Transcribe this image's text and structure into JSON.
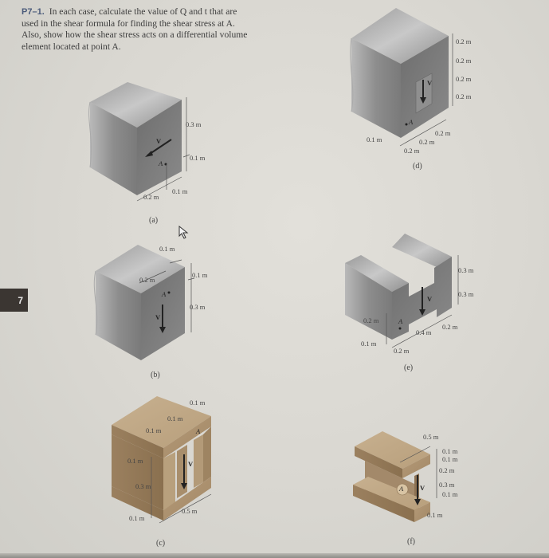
{
  "problem": {
    "number": "P7–1.",
    "line1": "In each case, calculate the value of Q and t that are",
    "line2": "used in the shear formula for finding the shear stress at A.",
    "line3": "Also, show how the shear stress acts on a differential volume",
    "line4": "element located at point A."
  },
  "chapter_tab": "7",
  "figures": {
    "a": {
      "caption": "(a)",
      "shear_label": "V",
      "point_label": "A",
      "dims": {
        "height_upper": "0.3 m",
        "height_lower": "0.1 m",
        "width_right": "0.1 m",
        "width_left": "0.2 m"
      }
    },
    "b": {
      "caption": "(b)",
      "shear_label": "V",
      "point_label": "A",
      "dims": {
        "top_depth": "0.1 m",
        "top_width": "0.2 m",
        "height_upper": "0.1 m",
        "height_lower": "0.3 m"
      }
    },
    "c_wood": {
      "caption": "(c)",
      "shear_label": "V",
      "point_label": "A",
      "dims": {
        "top_right": "0.1 m",
        "top_mid": "0.1 m",
        "top_left": "0.1 m",
        "side_top": "0.1 m",
        "side_mid": "0.3 m",
        "side_bottom": "0.1 m",
        "base_width": "0.5 m"
      }
    },
    "d": {
      "caption": "(d)",
      "shear_label": "V",
      "point_label": "A",
      "dims": {
        "h1": "0.2 m",
        "h2": "0.2 m",
        "h3": "0.2 m",
        "h4": "0.2 m",
        "left_offset": "0.1 m",
        "w1": "0.2 m",
        "w2": "0.2 m",
        "w3": "0.2 m"
      }
    },
    "e": {
      "caption": "(e)",
      "shear_label": "V",
      "point_label": "A",
      "dims": {
        "h_upper": "0.3 m",
        "h_lower": "0.3 m",
        "left_h": "0.2 m",
        "left_bottom": "0.1 m",
        "w_left": "0.2 m",
        "w_mid": "0.4 m",
        "w_right": "0.2 m"
      }
    },
    "f": {
      "caption": "(f)",
      "shear_label": "V",
      "point_label": "A",
      "dims": {
        "flange_width": "0.5 m",
        "h1": "0.1 m",
        "h2": "0.1 m",
        "h3": "0.2 m",
        "h4": "0.3 m",
        "h5": "0.1 m",
        "web_thickness": "0.1 m"
      }
    }
  }
}
